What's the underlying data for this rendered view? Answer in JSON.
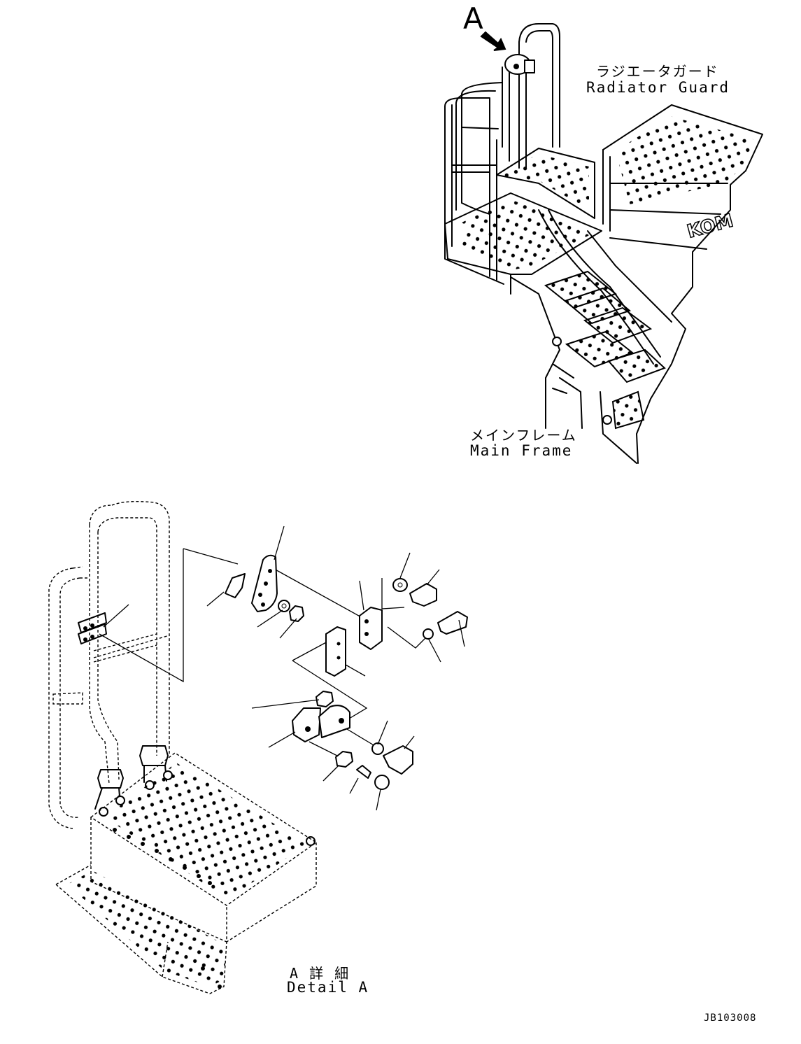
{
  "top_view": {
    "view_marker": "A",
    "radiator_guard_ja": "ラジエータガード",
    "radiator_guard_en": "Radiator Guard",
    "main_frame_ja": "メインフレーム",
    "main_frame_en": "Main Frame"
  },
  "detail_view": {
    "detail_ja": "A 詳 細",
    "detail_en": "Detail A"
  },
  "drawing_code": "JB103008"
}
